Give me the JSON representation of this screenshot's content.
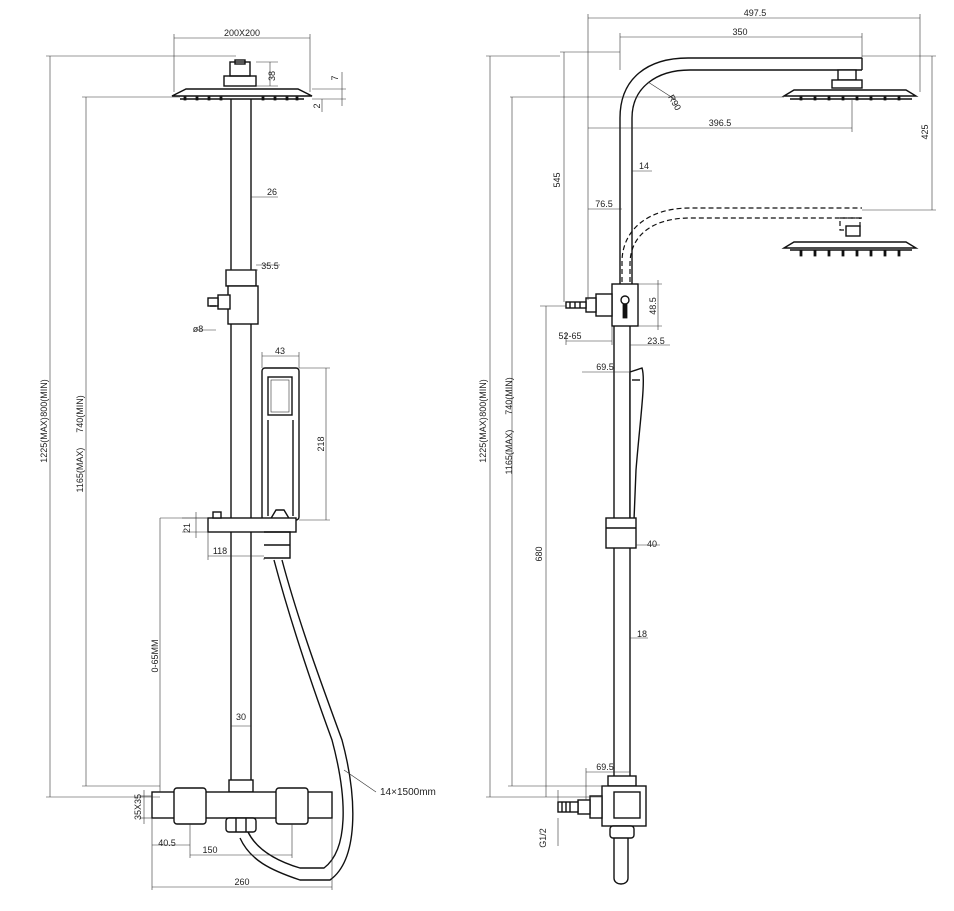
{
  "front": {
    "head_size": "200X200",
    "head_thickness": "7",
    "head_plate": "2",
    "head_arm": "38",
    "pipe_diameter": "26",
    "holder_width": "35.5",
    "holder_knob": "ø8",
    "handshower_width": "43",
    "handshower_length": "218",
    "shelf_height": "21",
    "shelf_depth": "118",
    "valve_range": "0-65MM",
    "lower_pipe": "30",
    "hose": "14×1500mm",
    "mount_size": "35X35",
    "inlet_offset": "40.5",
    "inlet_spacing": "150",
    "mixer_width": "260",
    "total_height_max": "1225(MAX)",
    "total_height_min": "800(MIN)",
    "shower_height_max": "1165(MAX)",
    "shower_height_min": "740(MIN)"
  },
  "side": {
    "top_length": "497.5",
    "arm_length": "350",
    "arm_radius": "R90",
    "arm_reach": "396.5",
    "head_drop": "425",
    "upper_height": "545",
    "pipe_small": "14",
    "pipe_offset": "76.5",
    "holder_height": "48.5",
    "knob_range": "52-65",
    "holder_offset": "23.5",
    "handshower_offset": "69.5",
    "clamp_width": "40",
    "lower_height": "680",
    "lower_pipe": "18",
    "inlet_offset": "69.5",
    "thread": "G1/2",
    "total_height_max": "1225(MAX)",
    "total_height_min": "800(MIN)",
    "shower_height_max": "1165(MAX)",
    "shower_height_min": "740(MIN)"
  }
}
